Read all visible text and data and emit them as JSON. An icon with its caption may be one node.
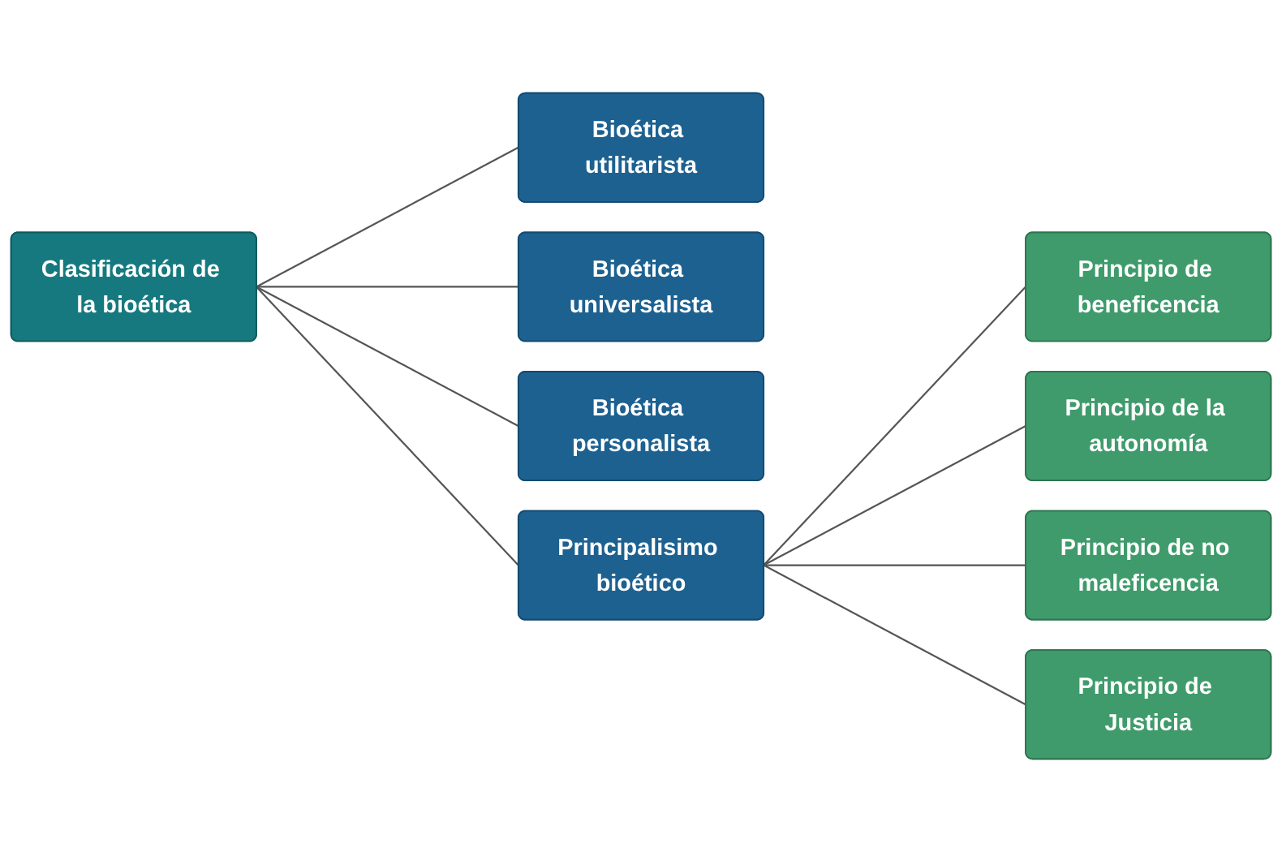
{
  "diagram": {
    "nodes": [
      {
        "text": [
          "Clasificación de la bioética"
        ]
      },
      {
        "text": [
          "Bioética utilitarista"
        ]
      },
      {
        "text": [
          "Bioética universalista"
        ]
      },
      {
        "text": [
          "Bioética personalista"
        ]
      },
      {
        "text": [
          "Principalisimo bioético"
        ]
      },
      {
        "text": [
          "Principio de beneficencia"
        ]
      },
      {
        "text": [
          "Principio de la autonomía"
        ]
      },
      {
        "text": [
          "Principio de no maleficencia"
        ]
      },
      {
        "text": [
          "Principio de Justicia"
        ]
      }
    ],
    "edges": [
      {
        "from": 0,
        "to": 1,
        "arrow": "none"
      },
      {
        "from": 0,
        "to": 2,
        "arrow": "none"
      },
      {
        "from": 0,
        "to": 3,
        "arrow": "none"
      },
      {
        "from": 0,
        "to": 4,
        "arrow": "none"
      },
      {
        "from": 4,
        "to": 5,
        "arrow": "none"
      },
      {
        "from": 4,
        "to": 6,
        "arrow": "none"
      },
      {
        "from": 4,
        "to": 7,
        "arrow": "none"
      },
      {
        "from": 4,
        "to": 8,
        "arrow": "none"
      }
    ]
  }
}
